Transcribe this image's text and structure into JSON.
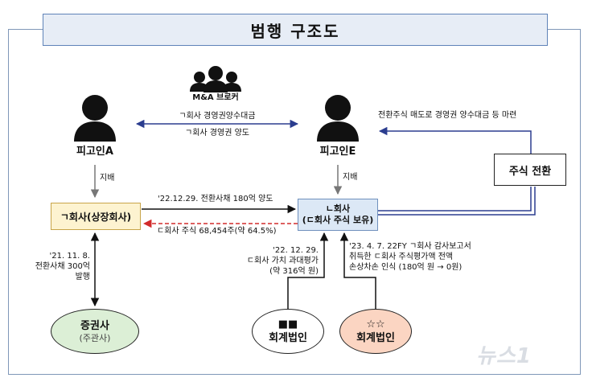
{
  "title": "범행 구조도",
  "broker": {
    "label": "M&A 브로커"
  },
  "person_a": {
    "label": "피고인A"
  },
  "person_e": {
    "label": "피고인E"
  },
  "arrows": {
    "broker_top": "ㄱ회사 경영권양수대금",
    "broker_bottom": "ㄱ회사 경영권 양도",
    "e_funds": "전환주식 매도로 경영권 양수대금 등 마련",
    "control_a": "지배",
    "control_e": "지배",
    "transfer_bond": "'22.12.29. 전환사채 180억 양도",
    "shares_back": "ㄷ회사 주식 68,454주(약 64.5%)",
    "bond_issue_lines": [
      "'21. 11. 8.",
      "전환사채 300억",
      "발행"
    ],
    "overvalue_lines": [
      "'22. 12. 29.",
      "ㄷ회사 가치 과대평가",
      "(약 316억 원)"
    ],
    "audit_lines": [
      "'23. 4. 7. 22FY ㄱ회사 감사보고서",
      "취득한 ㄷ회사 주식평가액 전액",
      "손상차손 인식 (180억 원 → 0원)"
    ]
  },
  "company_a": {
    "label": "ㄱ회사(상장회사)"
  },
  "company_b": {
    "line1": "ㄴ회사",
    "line2": "(ㄷ회사 주식 보유)"
  },
  "conversion_box": {
    "label": "주식 전환"
  },
  "securities": {
    "label": "증권사",
    "sub": "(주관사)"
  },
  "accounting1": {
    "mark": "■■",
    "label": "회계법인"
  },
  "accounting2": {
    "mark": "☆☆",
    "label": "회계법인"
  },
  "watermark": "뉴스1",
  "colors": {
    "navy_arrow": "#2b3d8f",
    "red_dashed": "#d22b2b",
    "title_fill": "#e7edf6",
    "company_a_fill": "#fdf3d0",
    "company_b_fill": "#dce8f6",
    "securities_fill": "#dcefd6",
    "accounting2_fill": "#fbd5c2"
  }
}
